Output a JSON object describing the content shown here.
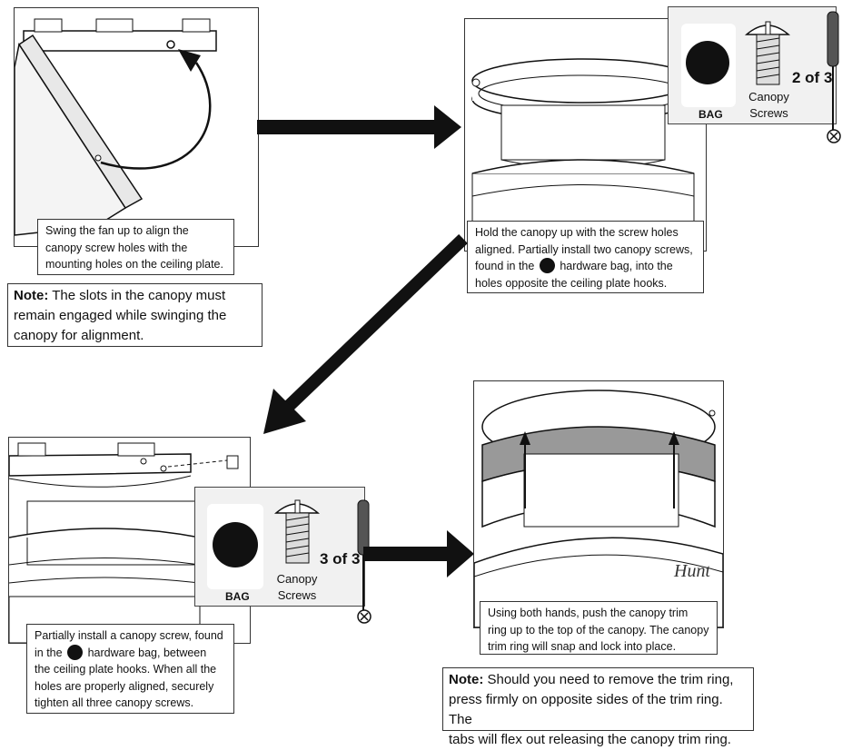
{
  "steps": [
    {
      "caption_lines": [
        "Swing the fan up to align the",
        "canopy screw holes with the",
        "mounting holes on the ceiling plate."
      ],
      "note_label": "Note:",
      "note_lines": [
        " The slots in the canopy must",
        "remain engaged while swinging the",
        "canopy for alignment."
      ]
    },
    {
      "caption_lines": [
        "Hold the canopy up with the screw holes",
        "aligned. Partially install two canopy screws,"
      ],
      "caption_pre": "found in the",
      "caption_post": "hardware bag, into the",
      "caption_last": "holes opposite the ceiling plate hooks.",
      "inset": {
        "bag_label": "BAG",
        "screw_label_1": "Canopy",
        "screw_label_2": "Screws",
        "count": "2 of 3"
      }
    },
    {
      "caption_first": "Partially install a canopy screw, found",
      "caption_pre": "in the",
      "caption_post": "hardware bag, between",
      "caption_lines": [
        "the ceiling plate hooks. When all the",
        "holes are properly aligned, securely",
        "tighten all three canopy screws."
      ],
      "inset": {
        "bag_label": "BAG",
        "screw_label_1": "Canopy",
        "screw_label_2": "Screws",
        "count": "3 of 3"
      }
    },
    {
      "caption_lines": [
        "Using both hands, push the canopy trim",
        "ring up to the top of the canopy. The canopy",
        "trim ring will snap and lock into place."
      ],
      "note_label": "Note:",
      "note_lines": [
        " Should you need to remove the trim ring,",
        "press firmly on opposite sides of the trim ring. The",
        "tabs will flex out releasing the canopy trim ring."
      ]
    }
  ],
  "icons": [
    "arrow-right-icon",
    "arrow-diagonal-icon",
    "screw-icon",
    "screwdriver-icon",
    "phillips-icon",
    "hardware-bag-icon"
  ]
}
